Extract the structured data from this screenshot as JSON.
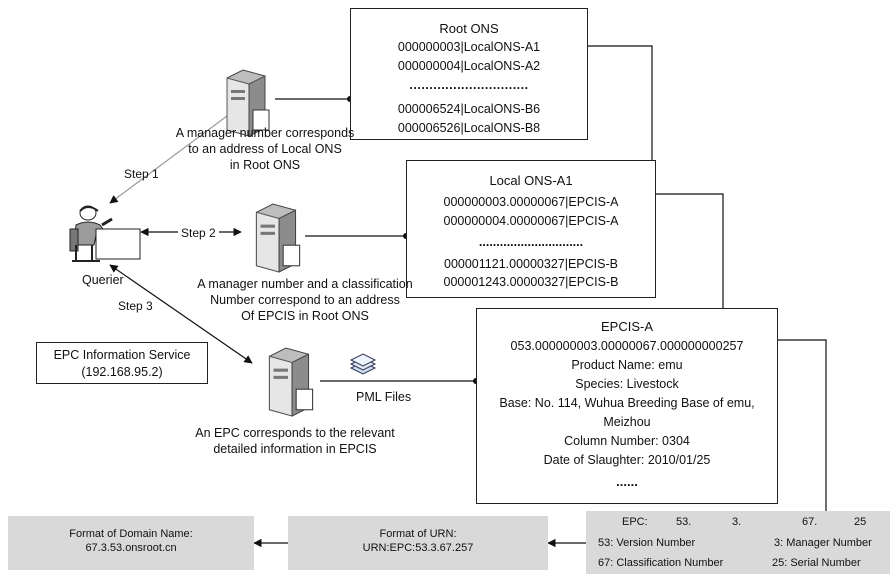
{
  "root_ons": {
    "title": "Root ONS",
    "rows": [
      "000000003|LocalONS-A1",
      "000000004|LocalONS-A2",
      "..............................",
      "000006524|LocalONS-B6",
      "000006526|LocalONS-B8"
    ]
  },
  "local_ons": {
    "title": "Local ONS-A1",
    "rows": [
      "000000003.00000067|EPCIS-A",
      "000000004.00000067|EPCIS-A",
      "..............................",
      "000001121.00000327|EPCIS-B",
      "000001243.00000327|EPCIS-B"
    ]
  },
  "epcis": {
    "title": "EPCIS-A",
    "rows": [
      "053.000000003.00000067.000000000257",
      "Product Name: emu",
      "Species: Livestock",
      "Base: No. 114, Wuhua Breeding Base of emu,",
      "Meizhou",
      "Column Number: 0304",
      "Date of Slaughter: 2010/01/25",
      "......"
    ]
  },
  "epc_service": {
    "line1": "EPC Information Service",
    "line2": "(192.168.95.2)"
  },
  "labels": {
    "step1": "Step 1",
    "step2": "Step 2",
    "step3": "Step 3",
    "querier": "Querier",
    "pml_files": "PML Files",
    "desc1": [
      "A manager number corresponds",
      "to an address of Local ONS",
      "in Root ONS"
    ],
    "desc2": [
      "A manager number and a classification",
      "Number correspond to an address",
      "Of EPCIS in Root ONS"
    ],
    "desc3": [
      "An EPC corresponds to the relevant",
      "detailed information in EPCIS"
    ]
  },
  "bottom": {
    "domain": [
      "Format of Domain Name:",
      "67.3.53.onsroot.cn"
    ],
    "urn": [
      "Format of URN:",
      "URN:EPC:53.3.67.257"
    ],
    "epc_parts": {
      "prefix": "EPC:",
      "p1": "53.",
      "p2": "3.",
      "p3": "67.",
      "p4": "25",
      "legend": [
        "53: Version Number",
        "3: Manager Number",
        "67: Classification Number",
        "25: Serial Number"
      ]
    }
  }
}
